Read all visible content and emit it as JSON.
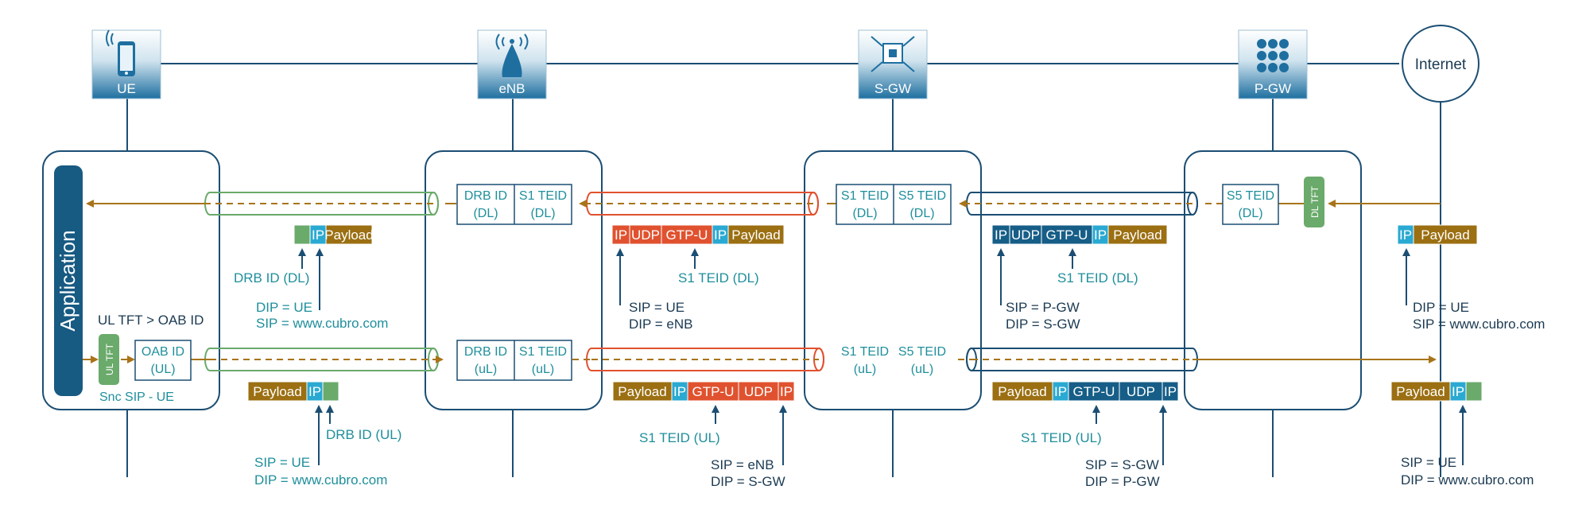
{
  "nodes": {
    "ue": {
      "label": "UE",
      "icon": "phone-icon"
    },
    "enb": {
      "label": "eNB",
      "icon": "antenna-icon"
    },
    "sgw": {
      "label": "S-GW",
      "icon": "router-icon"
    },
    "pgw": {
      "label": "P-GW",
      "icon": "grid-icon"
    },
    "internet": {
      "label": "Internet"
    }
  },
  "application": {
    "label": "Application"
  },
  "ue_box": {
    "ul_tft": "UL TFT",
    "ul_tft_rule": "UL TFT > OAB ID",
    "oab_id_line1": "OAB ID",
    "oab_id_line2": "(UL)",
    "snc": "Snc SIP - UE"
  },
  "enb_box": {
    "dl_left": {
      "line1": "DRB ID",
      "line2": "(DL)"
    },
    "dl_right": {
      "line1": "S1 TEID",
      "line2": "(DL)"
    },
    "ul_left": {
      "line1": "DRB ID",
      "line2": "(uL)"
    },
    "ul_right": {
      "line1": "S1 TEID",
      "line2": "(uL)"
    }
  },
  "sgw_box": {
    "dl_left": {
      "line1": "S1 TEID",
      "line2": "(DL)"
    },
    "dl_right": {
      "line1": "S5 TEID",
      "line2": "(DL)"
    },
    "ul_left": {
      "line1": "S1 TEID",
      "line2": "(uL)"
    },
    "ul_right": {
      "line1": "S5 TEID",
      "line2": "(uL)"
    }
  },
  "pgw_box": {
    "dl": {
      "line1": "S5 TEID",
      "line2": "(DL)"
    },
    "dl_tft": "DL TFT"
  },
  "packets": {
    "p_ue_dl": {
      "segments": [
        "",
        "IP",
        "Payload"
      ],
      "label_teid": "DRB ID (DL)",
      "sip_line1": "DIP = UE",
      "sip_line2": "SIP = www.cubro.com"
    },
    "p_enb_dl": {
      "segments": [
        "IP",
        "UDP",
        "GTP-U",
        "IP",
        "Payload"
      ],
      "label_teid": "S1 TEID (DL)",
      "sip_line1": "SIP = UE",
      "sip_line2": "DIP = eNB"
    },
    "p_sgw_dl": {
      "segments": [
        "IP",
        "UDP",
        "GTP-U",
        "IP",
        "Payload"
      ],
      "label_teid": "S1 TEID (DL)",
      "sip_line1": "SIP = P-GW",
      "sip_line2": "DIP = S-GW"
    },
    "p_inet_dl": {
      "segments": [
        "IP",
        "Payload"
      ],
      "sip_line1": "DIP = UE",
      "sip_line2": "SIP = www.cubro.com"
    },
    "p_ue_ul": {
      "segments": [
        "Payload",
        "IP",
        ""
      ],
      "label_teid": "DRB ID (UL)",
      "sip_line1": "SIP = UE",
      "sip_line2": "DIP = www.cubro.com"
    },
    "p_enb_ul": {
      "segments": [
        "Payload",
        "IP",
        "GTP-U",
        "UDP",
        "IP"
      ],
      "label_teid": "S1 TEID (UL)",
      "sip_line1": "SIP = eNB",
      "sip_line2": "DIP = S-GW"
    },
    "p_sgw_ul": {
      "segments": [
        "Payload",
        "IP",
        "GTP-U",
        "UDP",
        "IP"
      ],
      "label_teid": "S1 TEID (UL)",
      "sip_line1": "SIP = S-GW",
      "sip_line2": "DIP = P-GW"
    },
    "p_inet_ul": {
      "segments": [
        "Payload",
        "IP",
        ""
      ],
      "sip_line1": "SIP = UE",
      "sip_line2": "DIP = www.cubro.com"
    }
  },
  "colors": {
    "navy": "#1b4e73",
    "teal": "#1f8f9c",
    "gold": "#9b6f12",
    "arrow": "#a8741a",
    "red": "#e0522f",
    "green": "#6aaa6b",
    "ip_blue": "#2aa9d2",
    "gtp_blue": "#165e87"
  }
}
